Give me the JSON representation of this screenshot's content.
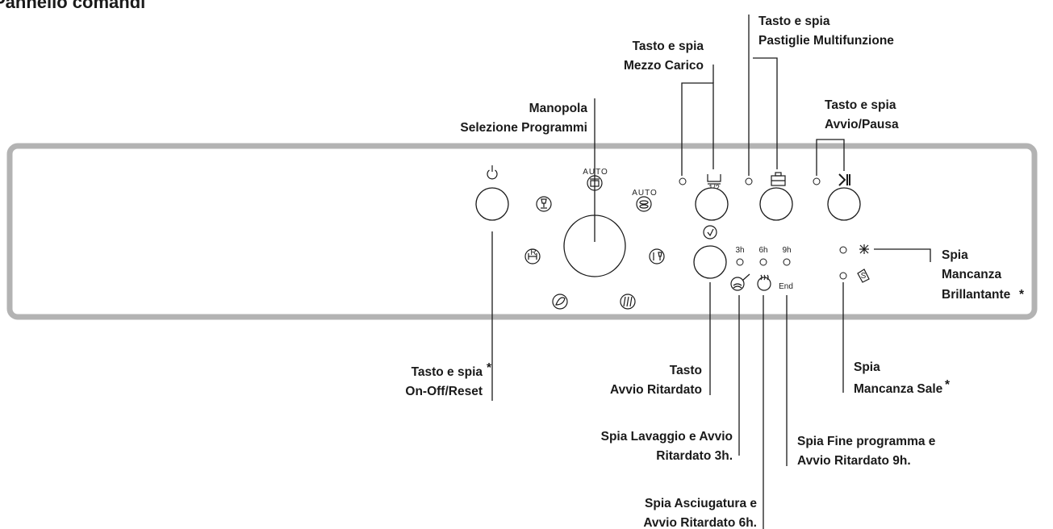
{
  "title": "Pannello comandi",
  "labels": {
    "onoff": [
      "Tasto e spia",
      "On-Off/Reset"
    ],
    "onoff_star": "*",
    "selector": [
      "Manopola",
      "Selezione Programmi"
    ],
    "half_load": [
      "Tasto e spia",
      "Mezzo Carico"
    ],
    "multi_tabs": [
      "Tasto e spia",
      "Pastiglie Multifunzione"
    ],
    "start_pause": [
      "Tasto e spia",
      "Avvio/Pausa"
    ],
    "rinse_aid": [
      "Spia",
      "Mancanza",
      "Brillantante"
    ],
    "rinse_aid_star": "*",
    "salt": [
      "Spia",
      "Mancanza Sale"
    ],
    "salt_star": "*",
    "delay": [
      "Tasto",
      "Avvio Ritardato"
    ],
    "wash_3h": [
      "Spia Lavaggio e Avvio",
      "Ritardato 3h."
    ],
    "dry_6h": [
      "Spia Asciugatura e",
      "Avvio Ritardato 6h."
    ],
    "end_9h": [
      "Spia Fine programma e",
      "Avvio Ritardato 9h."
    ]
  },
  "panel": {
    "auto_text": "AUTO",
    "half_text": "1/2",
    "delay_hours": [
      "3h",
      "6h",
      "9h"
    ],
    "end_text": "End"
  },
  "icons": {
    "power": "power-icon",
    "start_pause": "play-pause-icon",
    "half_load": "half-load-icon",
    "multi_tabs": "tablet-icon",
    "delay": "clock-icon",
    "rinse_aid": "sparkle-icon",
    "salt": "salt-icon",
    "wash": "wash-icon",
    "dry": "dry-icon"
  }
}
